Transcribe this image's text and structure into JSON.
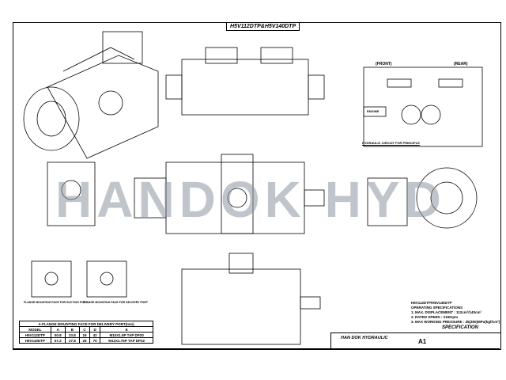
{
  "title": "H5V112DTP&H5V140DTP",
  "watermark": "HANDOK HYD",
  "circuit": {
    "front": "(FRONT)",
    "rear": "(REAR)",
    "engine": "ENGINE",
    "caption": "HYDRAULIC CIRCUIT FOR PRINCIPLE"
  },
  "spec": {
    "model": "H5V112DTP/H5V140DTP",
    "heading": "OPERATING SPECIFICATIONS",
    "lines": [
      "1. MAX. DISPLACEMENT : 112cm³/140cm³",
      "2. RATED SPEED : 2150rpm",
      "3. MAX WORKING PRESSURE : 35(350)MPa(kgf/cm²)"
    ]
  },
  "flange": {
    "suction": "FLANGE MOUNTING FACE FOR SUCTION PORT",
    "delivery": "FLANGE MOUNTING FACE FOR DELIVERY PORT",
    "title": "A-FLANGE MOUNTING FACE FOR DELIVERY PORT(mm)",
    "headers": [
      "MODEL",
      "A",
      "B",
      "C",
      "D",
      "E"
    ],
    "rows": [
      [
        "H5V112DTP",
        "50.8",
        "23.8",
        "19",
        "42",
        "M10X1.5P TAP DP20"
      ],
      [
        "H5V140DTP",
        "57.2",
        "27.8",
        "25",
        "70",
        "M12X1.75P TAP DP22"
      ]
    ]
  },
  "titleblock": {
    "company": "HAN DOK HYDRAULIC",
    "doc": "SPECIFICATION",
    "size": "A1"
  }
}
